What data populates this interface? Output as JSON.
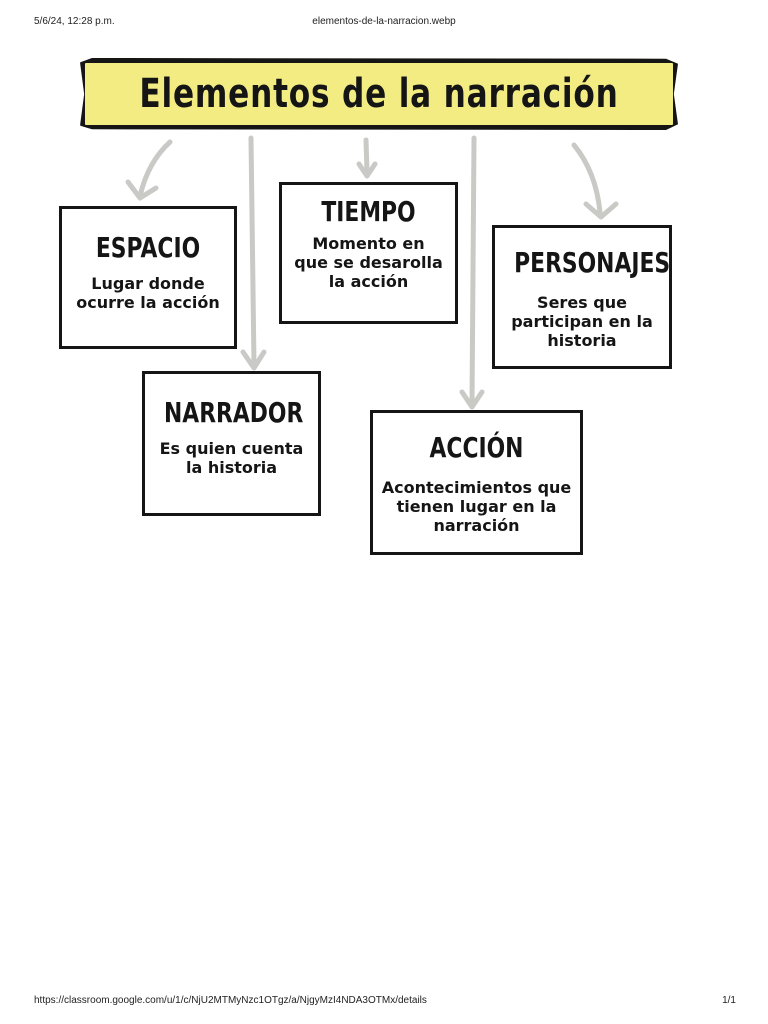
{
  "print_header": {
    "datetime": "5/6/24, 12:28 p.m.",
    "filename": "elementos-de-la-narracion.webp"
  },
  "print_footer": {
    "url": "https://classroom.google.com/u/1/c/NjU2MTMyNzc1OTgz/a/NjgyMzI4NDA3OTMx/details",
    "page": "1/1"
  },
  "diagram": {
    "title": "Elementos de la narración",
    "nodes": {
      "espacio": {
        "title": "ESPACIO",
        "description": "Lugar donde ocurre la acción"
      },
      "tiempo": {
        "title": "TIEMPO",
        "description": "Momento en que se desarolla la acción"
      },
      "personajes": {
        "title": "PERSONAJES",
        "description": "Seres que participan en la historia"
      },
      "narrador": {
        "title": "NARRADOR",
        "description": "Es quien cuenta la historia"
      },
      "accion": {
        "title": "ACCIÓN",
        "description": "Acontecimientos que tienen lugar en la narración"
      }
    }
  },
  "colors": {
    "banner": "#f2ec82",
    "ink": "#151515",
    "arrow": "#c9c9c5"
  }
}
